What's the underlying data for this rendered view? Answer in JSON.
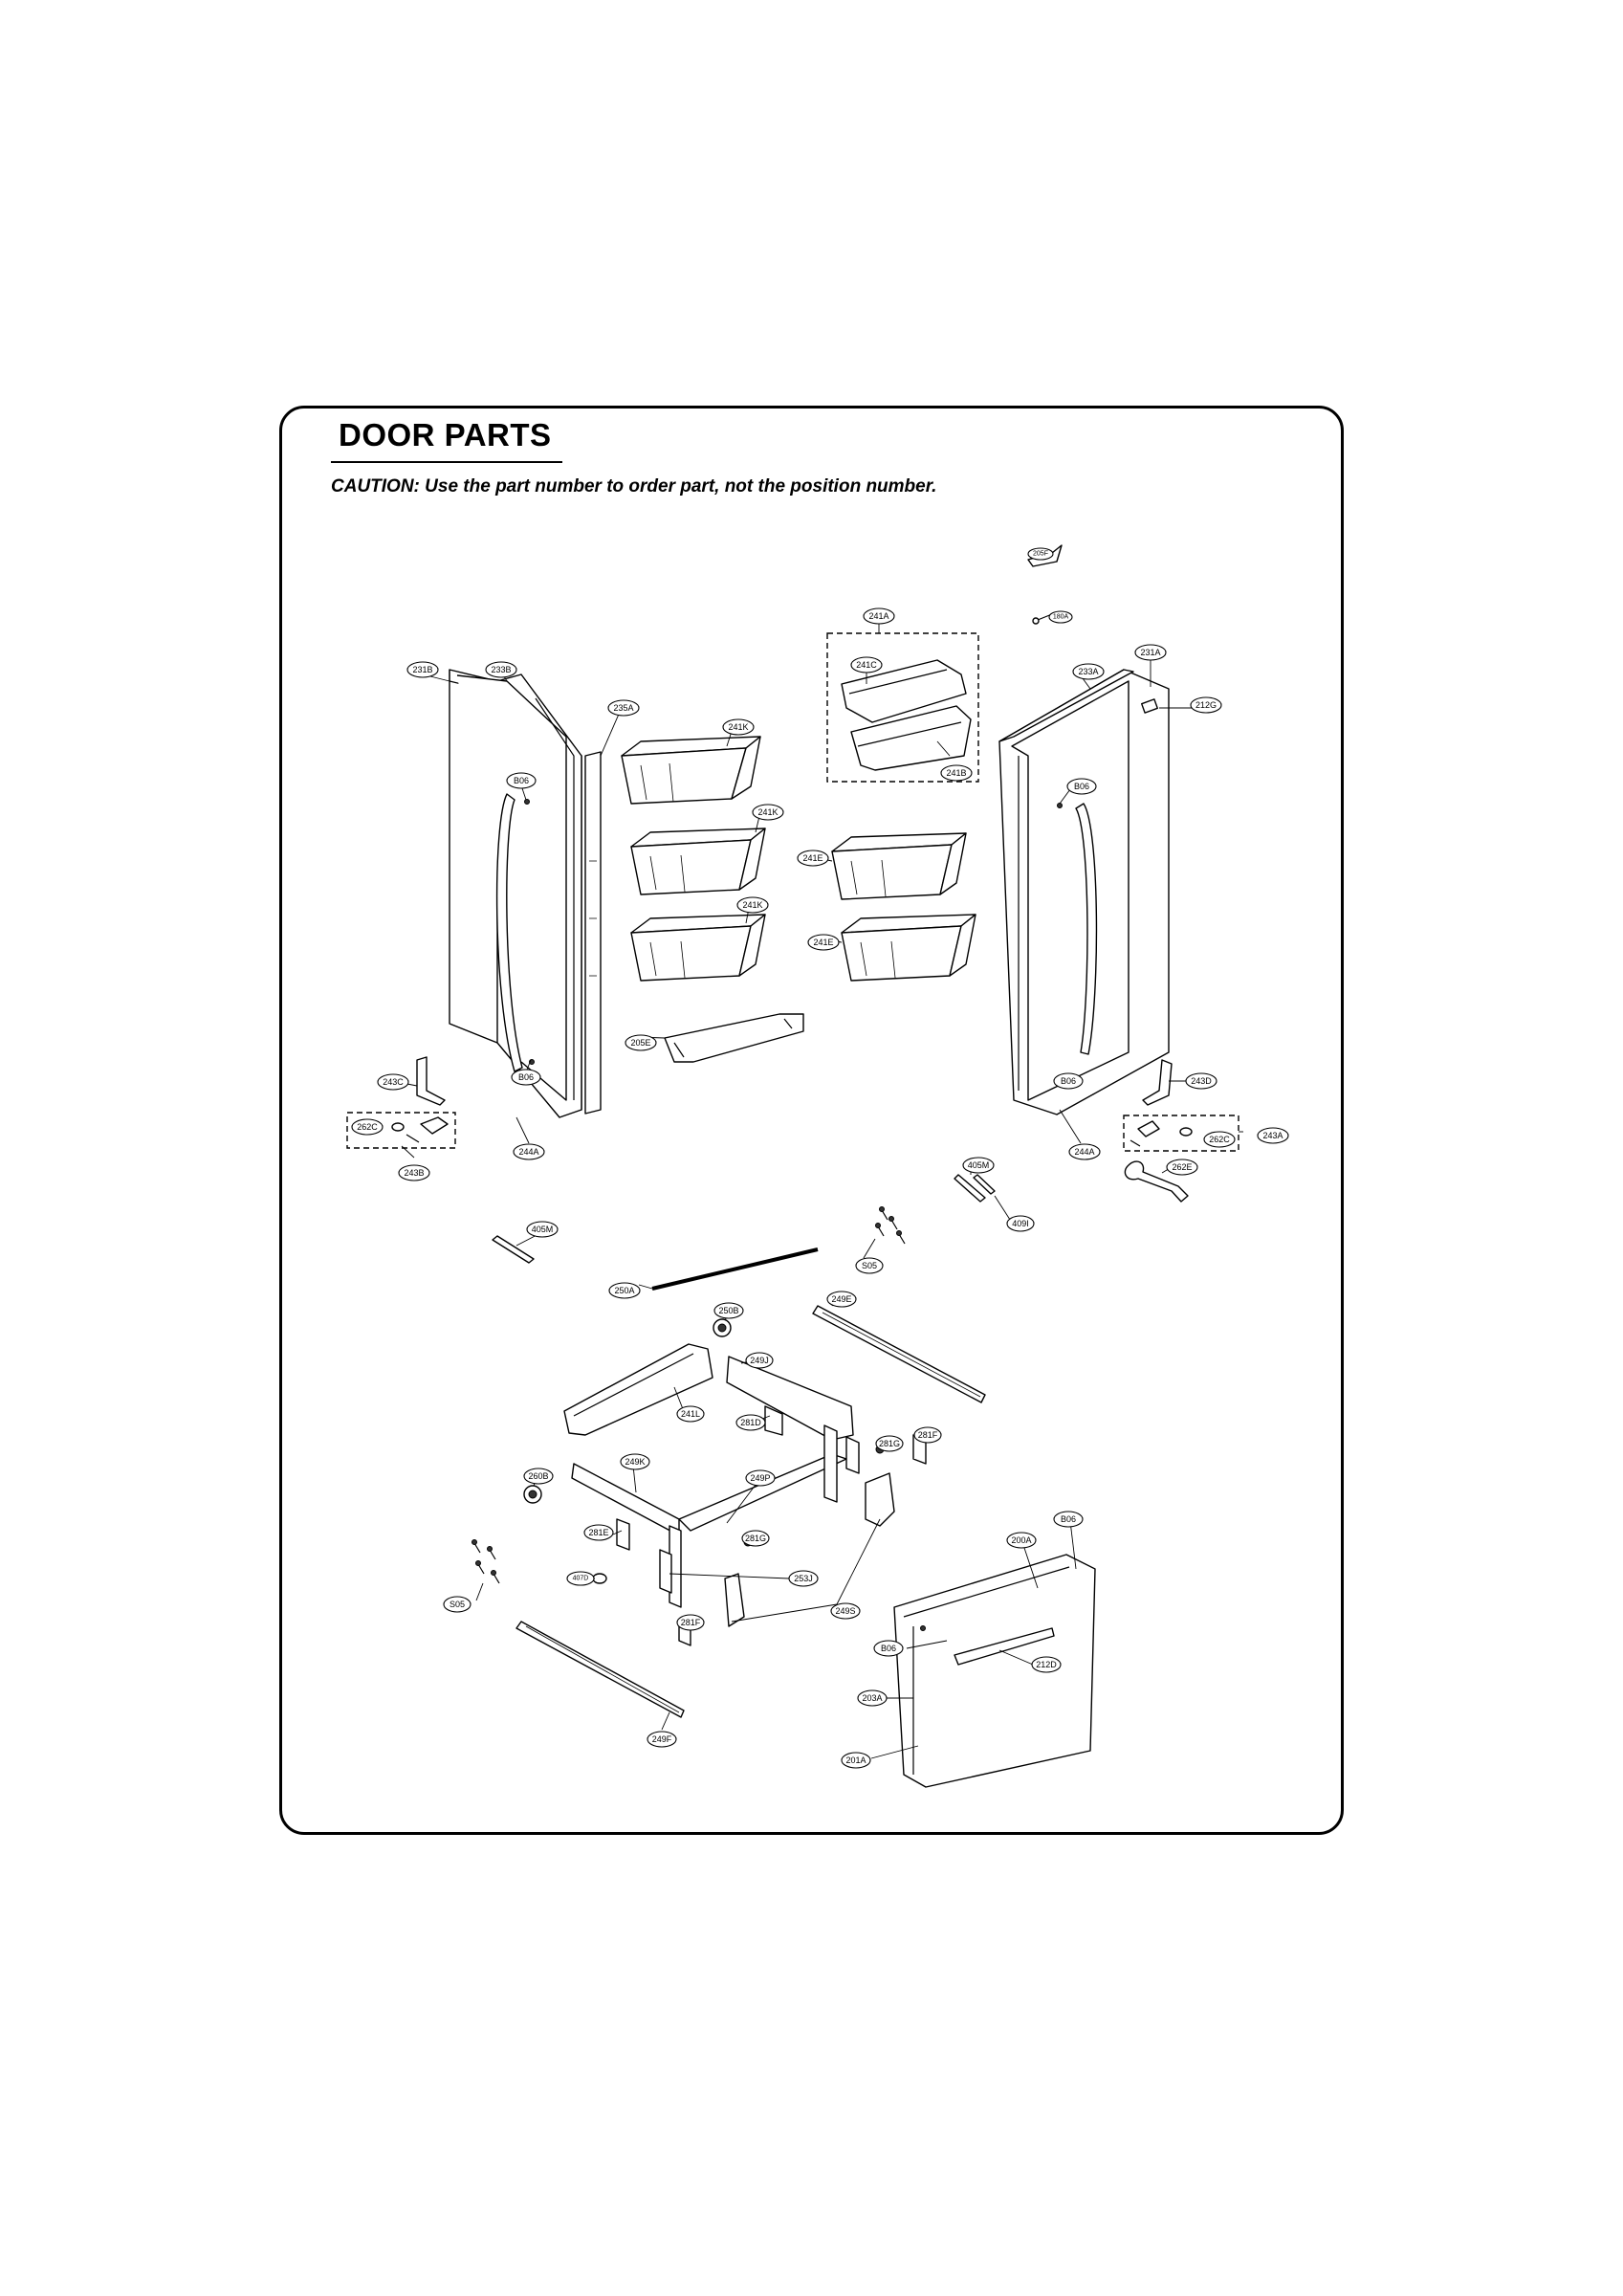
{
  "page": {
    "title": "DOOR PARTS",
    "caution": "CAUTION: Use the part number to order part, not the position number."
  },
  "callouts": [
    {
      "label": "205F"
    },
    {
      "label": "180A"
    },
    {
      "label": "241A"
    },
    {
      "label": "231A"
    },
    {
      "label": "241C"
    },
    {
      "label": "231B"
    },
    {
      "label": "233B"
    },
    {
      "label": "233A"
    },
    {
      "label": "212G"
    },
    {
      "label": "235A"
    },
    {
      "label": "241K"
    },
    {
      "label": "241B"
    },
    {
      "label": "B06"
    },
    {
      "label": "B06"
    },
    {
      "label": "241K"
    },
    {
      "label": "241E"
    },
    {
      "label": "241K"
    },
    {
      "label": "241E"
    },
    {
      "label": "205E"
    },
    {
      "label": "243C"
    },
    {
      "label": "B06"
    },
    {
      "label": "B06"
    },
    {
      "label": "243D"
    },
    {
      "label": "262C"
    },
    {
      "label": "262C"
    },
    {
      "label": "243A"
    },
    {
      "label": "244A"
    },
    {
      "label": "244A"
    },
    {
      "label": "243B"
    },
    {
      "label": "405M"
    },
    {
      "label": "262E"
    },
    {
      "label": "409I"
    },
    {
      "label": "405M"
    },
    {
      "label": "S05"
    },
    {
      "label": "250A"
    },
    {
      "label": "250B"
    },
    {
      "label": "249E"
    },
    {
      "label": "249J"
    },
    {
      "label": "241L"
    },
    {
      "label": "281D"
    },
    {
      "label": "281G"
    },
    {
      "label": "281F"
    },
    {
      "label": "260B"
    },
    {
      "label": "249K"
    },
    {
      "label": "249P"
    },
    {
      "label": "B06"
    },
    {
      "label": "281E"
    },
    {
      "label": "281G"
    },
    {
      "label": "200A"
    },
    {
      "label": "253J"
    },
    {
      "label": "S05"
    },
    {
      "label": "407D"
    },
    {
      "label": "249S"
    },
    {
      "label": "281F"
    },
    {
      "label": "B06"
    },
    {
      "label": "212D"
    },
    {
      "label": "203A"
    },
    {
      "label": "249F"
    },
    {
      "label": "201A"
    }
  ]
}
